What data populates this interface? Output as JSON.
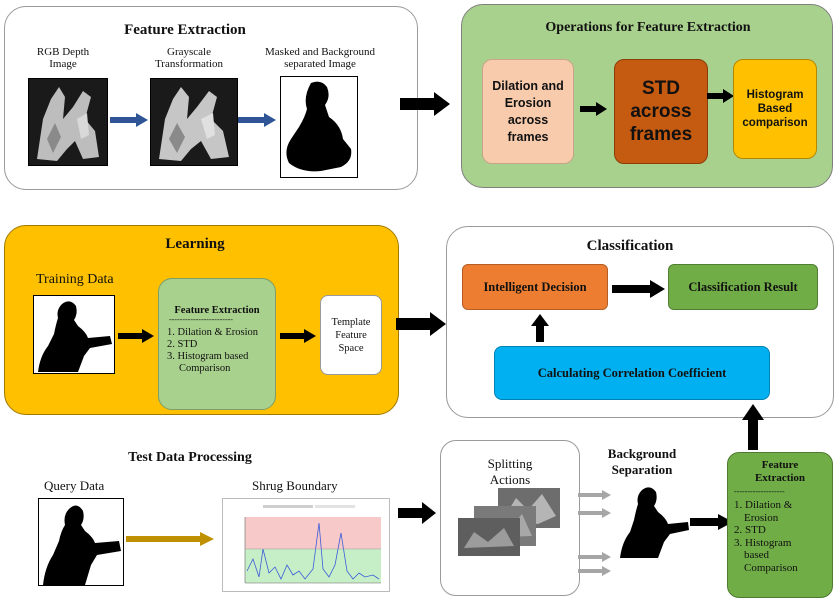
{
  "feature_extraction_panel": {
    "title": "Feature Extraction",
    "captions": [
      "RGB Depth Image",
      "Grayscale Transformation",
      "Masked and Background separated Image"
    ]
  },
  "operations_panel": {
    "title": "Operations for Feature Extraction",
    "boxes": [
      "Dilation and Erosion across frames",
      "STD across frames",
      "Histogram Based comparison"
    ]
  },
  "learning_panel": {
    "title": "Learning",
    "training_label": "Training Data",
    "fe_box": {
      "title": "Feature Extraction",
      "divider": "------------------------",
      "items": [
        "1. Dilation & Erosion",
        "2. STD",
        "3. Histogram based",
        "Comparison"
      ]
    },
    "template_box": "Template Feature Space"
  },
  "classification_panel": {
    "title": "Classification",
    "intelligent_decision": "Intelligent Decision",
    "classification_result": "Classification Result",
    "correlation": "Calculating Correlation Coefficient"
  },
  "test_panel": {
    "title": "Test Data Processing",
    "query_label": "Query Data",
    "shrug_label": "Shrug Boundary",
    "splitting_label": "Splitting Actions",
    "background_label": "Background Separation",
    "fe_box": {
      "title": "Feature Extraction",
      "divider": "-------------------",
      "items": [
        "1. Dilation &",
        "Erosion",
        "2. STD",
        "3. Histogram",
        "based",
        "Comparison"
      ]
    }
  },
  "colors": {
    "green_panel": "#a9d18e",
    "yellow_panel": "#ffc000",
    "peach_box": "#f8cbad",
    "orange_box": "#c55a11",
    "gold_box": "#ffc000",
    "light_green_box": "#a9d18e",
    "decision_orange": "#ed7d31",
    "result_green": "#70ad47",
    "correlation_blue": "#00b0f0",
    "fe_dark_green": "#70ad47",
    "arrow_blue": "#2f5597",
    "arrow_gold": "#bf9000"
  },
  "icons": [
    "right-arrow-icon",
    "up-arrow-icon",
    "silhouette-icon",
    "depth-image-icon",
    "line-plot-icon"
  ]
}
